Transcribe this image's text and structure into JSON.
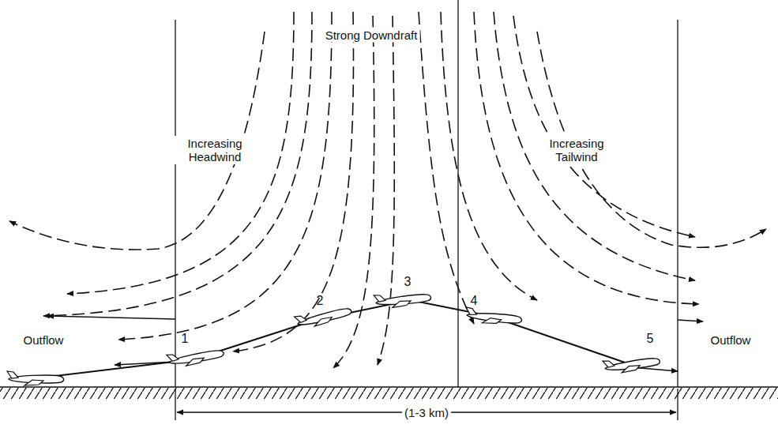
{
  "diagram": {
    "labels": [
      "Strong Downdraft",
      "Increasing Headwind",
      "Increasing Tailwind",
      "Outflow",
      "Outflow",
      "1",
      "2",
      "3",
      "4",
      "5",
      "(1-3 km)"
    ]
  }
}
